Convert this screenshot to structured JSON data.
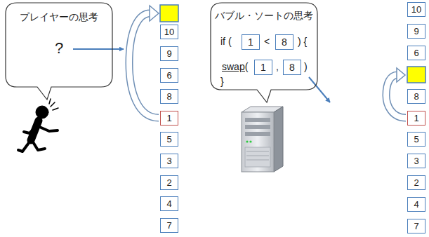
{
  "diagram": {
    "nodes": [
      {
        "text": [
          "プレイヤーの思考",
          "?"
        ]
      },
      {
        "text": [
          "10"
        ]
      },
      {
        "text": [
          "9"
        ]
      },
      {
        "text": [
          "6"
        ]
      },
      {
        "text": [
          "8"
        ]
      },
      {
        "text": [
          "1"
        ]
      },
      {
        "text": [
          "5"
        ]
      },
      {
        "text": [
          "3"
        ]
      },
      {
        "text": [
          "2"
        ]
      },
      {
        "text": [
          "4"
        ]
      },
      {
        "text": [
          "7"
        ]
      },
      {
        "text": [
          "バブル・ソートの思考",
          "if (",
          "<",
          ") {",
          "swap(",
          ",",
          ")",
          "}"
        ]
      },
      {
        "text": [
          "1"
        ],
        "in": 11
      },
      {
        "text": [
          "8"
        ],
        "in": 11
      },
      {
        "text": [
          "1"
        ],
        "in": 11
      },
      {
        "text": [
          "8"
        ],
        "in": 11
      },
      {
        "text": [
          "10"
        ]
      },
      {
        "text": [
          "9"
        ]
      },
      {
        "text": [
          "6"
        ]
      },
      {
        "text": [
          "8"
        ]
      },
      {
        "text": [
          "1"
        ]
      },
      {
        "text": [
          "5"
        ]
      },
      {
        "text": [
          "3"
        ]
      },
      {
        "text": [
          "2"
        ]
      },
      {
        "text": [
          "4"
        ]
      },
      {
        "text": [
          "7"
        ]
      }
    ]
  }
}
